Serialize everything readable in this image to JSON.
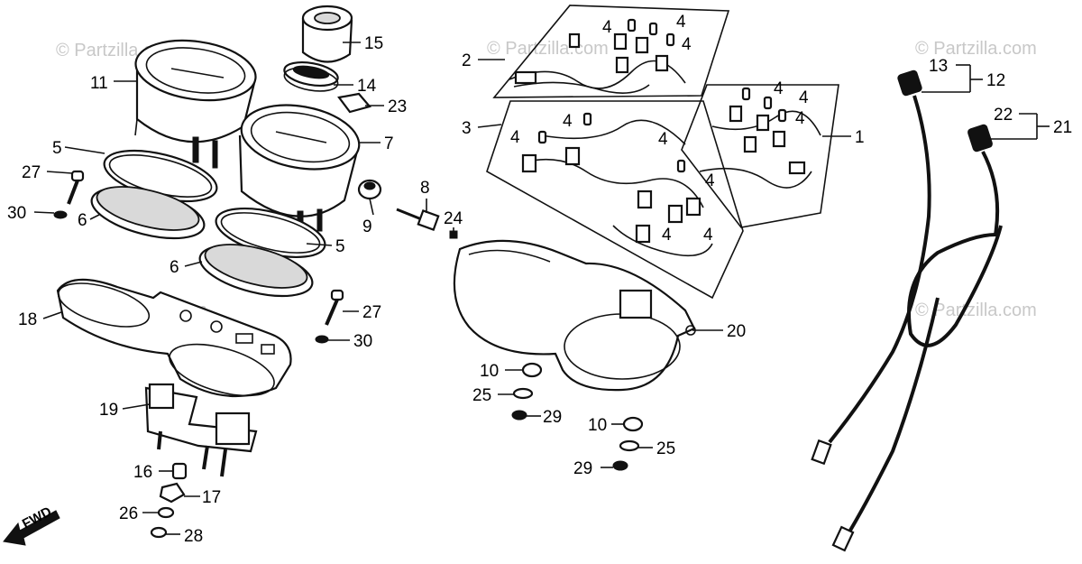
{
  "watermark": "© Partzilla.com",
  "fwd_label": "FWD",
  "callouts": {
    "c1": "1",
    "c2": "2",
    "c3": "3",
    "c4a": "4",
    "c4b": "4",
    "c4c": "4",
    "c4d": "4",
    "c4e": "4",
    "c4f": "4",
    "c4g": "4",
    "c4h": "4",
    "c4i": "4",
    "c4j": "4",
    "c4k": "4",
    "c4l": "4",
    "c5a": "5",
    "c5b": "5",
    "c6a": "6",
    "c6b": "6",
    "c7": "7",
    "c8": "8",
    "c9": "9",
    "c10a": "10",
    "c10b": "10",
    "c11": "11",
    "c12": "12",
    "c13": "13",
    "c14": "14",
    "c15": "15",
    "c16": "16",
    "c17": "17",
    "c18": "18",
    "c19": "19",
    "c20": "20",
    "c21": "21",
    "c22": "22",
    "c23": "23",
    "c24": "24",
    "c25a": "25",
    "c25b": "25",
    "c26": "26",
    "c27a": "27",
    "c27b": "27",
    "c28": "28",
    "c29a": "29",
    "c29b": "29",
    "c30a": "30",
    "c30b": "30"
  }
}
